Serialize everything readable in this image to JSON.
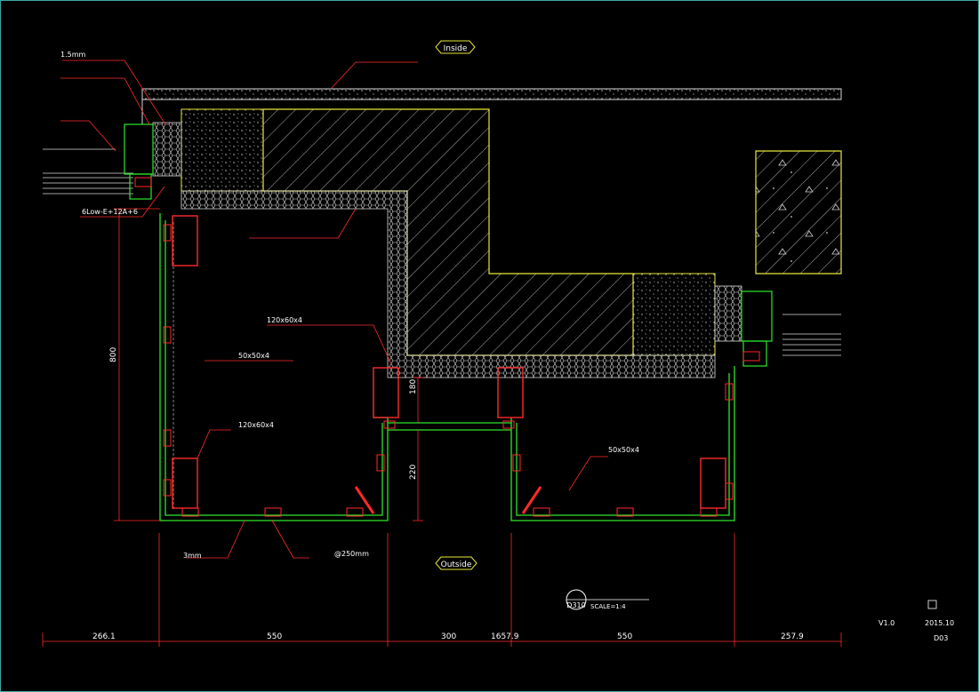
{
  "labels": {
    "inside": "Inside",
    "outside": "Outside",
    "film_thickness": "1.5mm",
    "glass_spec": "6Low-E+12A+6",
    "tube_120x60_top": "120x60x4",
    "tube_50x50_left": "50x50x4",
    "tube_120x60_left": "120x60x4",
    "tube_50x50_right": "50x50x4",
    "sheet_3mm": "3mm",
    "spacing": "@250mm"
  },
  "dimensions": {
    "height_800": "800",
    "height_180": "180",
    "height_220": "220",
    "width_266": "266.1",
    "width_550a": "550",
    "width_300": "300",
    "width_1657": "1657.9",
    "width_550b": "550",
    "width_257": "257.9"
  },
  "detail": {
    "number": "D310",
    "scale": "SCALE=1:4"
  },
  "title_block": {
    "rev": "V1.0",
    "date": "2015.10",
    "sheet": "D03"
  },
  "footer": "",
  "colors": {
    "wall_outline": "#e8e83a",
    "profile": "#2ce82c",
    "steel": "#ff2a2a",
    "leader": "#ff2a2a",
    "text": "#ffffff",
    "frame": "#3fa7a7"
  }
}
